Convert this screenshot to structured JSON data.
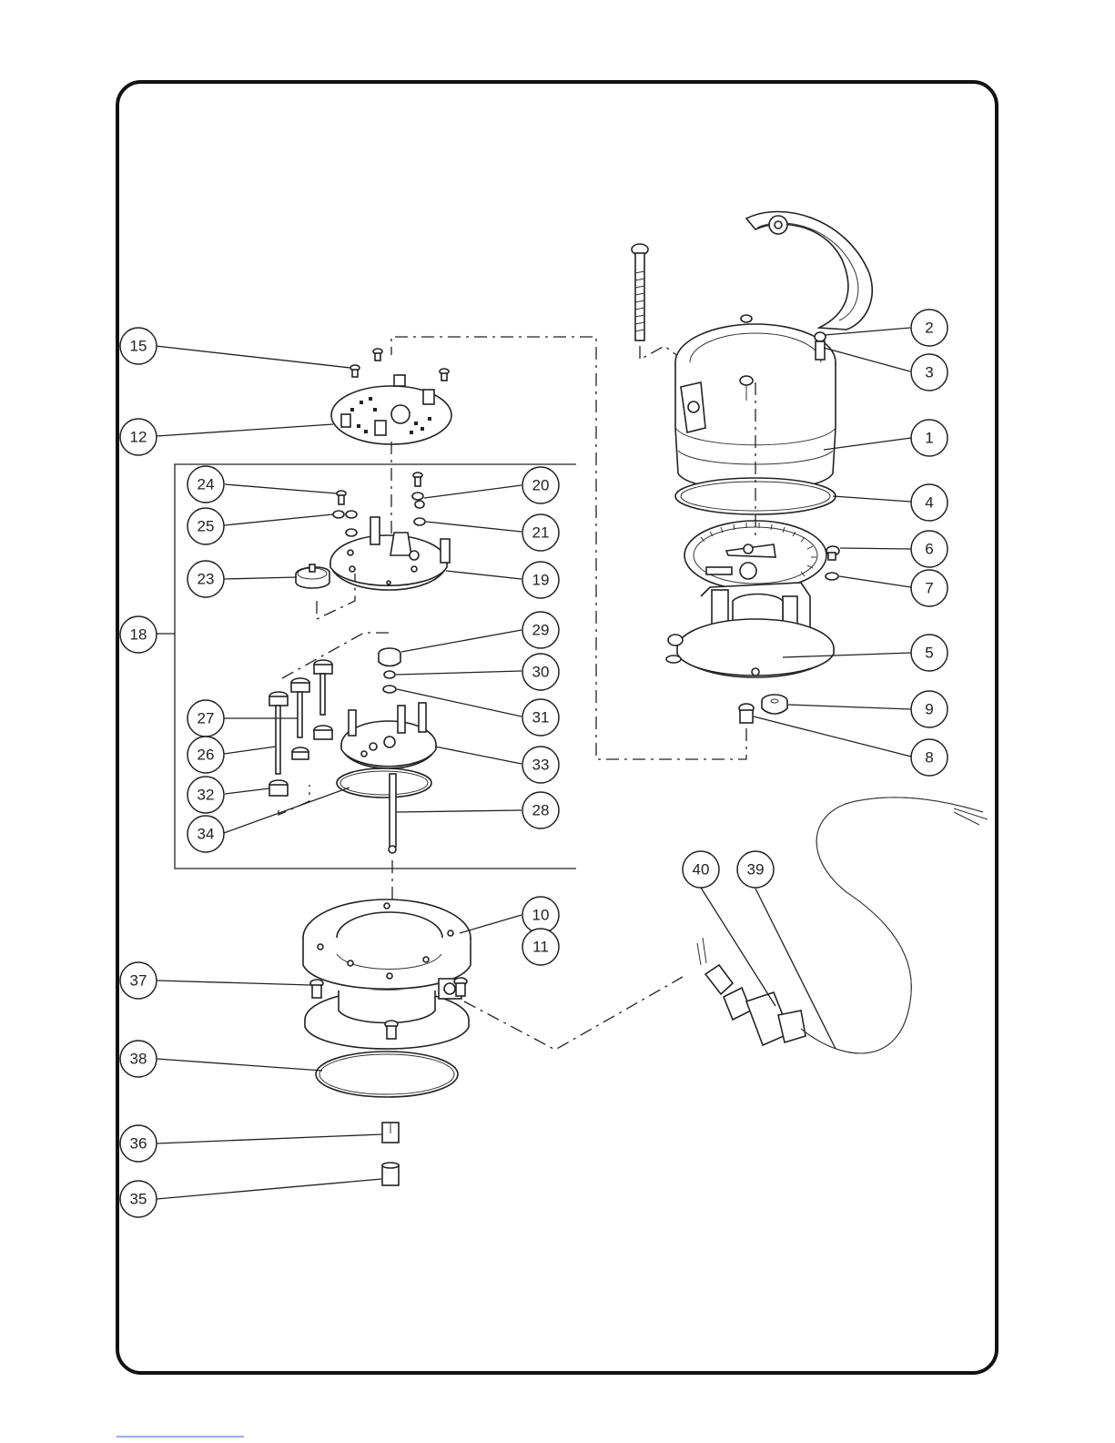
{
  "diagram": {
    "callouts": [
      {
        "id": "2",
        "label": "2"
      },
      {
        "id": "3",
        "label": "3"
      },
      {
        "id": "1",
        "label": "1"
      },
      {
        "id": "4",
        "label": "4"
      },
      {
        "id": "6",
        "label": "6"
      },
      {
        "id": "7",
        "label": "7"
      },
      {
        "id": "5",
        "label": "5"
      },
      {
        "id": "9",
        "label": "9"
      },
      {
        "id": "8",
        "label": "8"
      },
      {
        "id": "15",
        "label": "15"
      },
      {
        "id": "12",
        "label": "12"
      },
      {
        "id": "24",
        "label": "24"
      },
      {
        "id": "25",
        "label": "25"
      },
      {
        "id": "23",
        "label": "23"
      },
      {
        "id": "20",
        "label": "20"
      },
      {
        "id": "21",
        "label": "21"
      },
      {
        "id": "19",
        "label": "19"
      },
      {
        "id": "18",
        "label": "18"
      },
      {
        "id": "29",
        "label": "29"
      },
      {
        "id": "30",
        "label": "30"
      },
      {
        "id": "31",
        "label": "31"
      },
      {
        "id": "27",
        "label": "27"
      },
      {
        "id": "26",
        "label": "26"
      },
      {
        "id": "33",
        "label": "33"
      },
      {
        "id": "32",
        "label": "32"
      },
      {
        "id": "28",
        "label": "28"
      },
      {
        "id": "34",
        "label": "34"
      },
      {
        "id": "40",
        "label": "40"
      },
      {
        "id": "39",
        "label": "39"
      },
      {
        "id": "10",
        "label": "10"
      },
      {
        "id": "11",
        "label": "11"
      },
      {
        "id": "37",
        "label": "37"
      },
      {
        "id": "38",
        "label": "38"
      },
      {
        "id": "36",
        "label": "36"
      },
      {
        "id": "35",
        "label": "35"
      }
    ]
  }
}
